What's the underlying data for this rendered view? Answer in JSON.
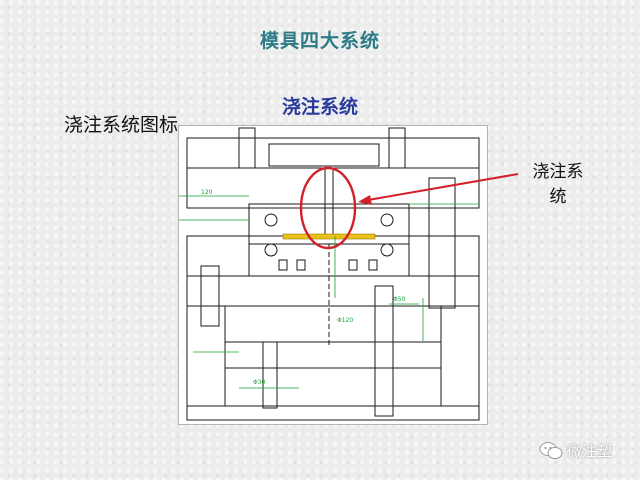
{
  "slide": {
    "title": "模具四大系统",
    "subtitle": "浇注系统",
    "legend_text": "浇注系统图标",
    "callout_line1": "浇注系",
    "callout_line2": "统"
  },
  "drawing": {
    "label_1": "120",
    "label_2": "Φ120",
    "label_3": "Φ50",
    "label_4": "Φ30"
  },
  "watermark": {
    "text": "微注塑",
    "icon": "wechat-icon"
  },
  "colors": {
    "title": "#2c7b86",
    "subtitle": "#2a3a9c",
    "highlight_circle": "#d3202a",
    "drawing_lines": "#1a1a1a",
    "dimension_lines": "#18a335",
    "yellow_part": "#e8c21a"
  }
}
